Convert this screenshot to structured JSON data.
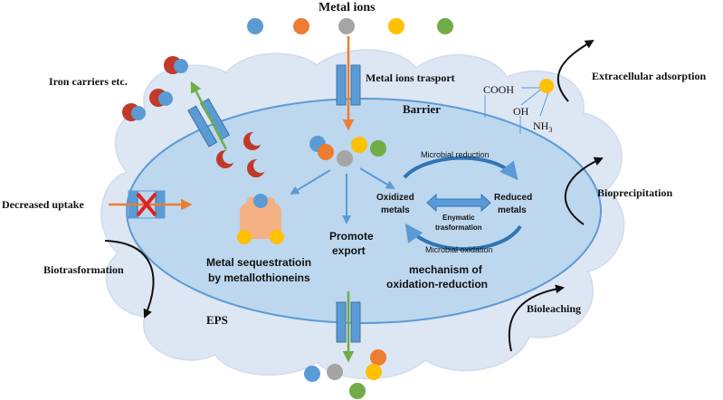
{
  "labels": {
    "metal_ions": "Metal ions",
    "iron_carriers": "Iron carriers etc.",
    "metal_ions_transport": "Metal ions trasport",
    "barrier": "Barrier",
    "extracellular_adsorption": "Extracellular adsorption",
    "decreased_uptake": "Decreased uptake",
    "bioprecipitation": "Bioprecipitation",
    "biotransformation": "Biotrasformation",
    "eps": "EPS",
    "bioleaching": "Bioleaching",
    "sequestration_line1": "Metal sequestratioin",
    "sequestration_line2": "by metallothioneins",
    "promote_line1": "Promote",
    "promote_line2": "export",
    "mechanism_line1": "mechanism of",
    "mechanism_line2": "oxidation-reduction",
    "microbial_reduction": "Microbial reduction",
    "microbial_oxidation": "Microbial oxidation",
    "oxidized_line1": "Oxidized",
    "oxidized_line2": "metals",
    "reduced_line1": "Reduced",
    "reduced_line2": "metals",
    "enzymatic_line1": "Enymatic",
    "enzymatic_line2": "trasformation",
    "cooh": "COOH",
    "oh": "OH",
    "nh3": "NH",
    "nh3_sub": "3"
  },
  "colors": {
    "ion_blue": "#5b9bd5",
    "ion_orange": "#ed7d31",
    "ion_gray": "#a5a5a5",
    "ion_yellow": "#ffc000",
    "ion_green": "#70ad47",
    "carrier_red": "#c0392b",
    "eps_fill": "#dde6f3",
    "cell_fill": "#bdd7ee",
    "cell_stroke": "#5b9bd5",
    "channel": "#5b9bd5",
    "arrow_orange": "#ed7d31",
    "arrow_green": "#70ad47",
    "arrow_blue": "#5b9bd5",
    "metallothionein": "#f4b183"
  }
}
